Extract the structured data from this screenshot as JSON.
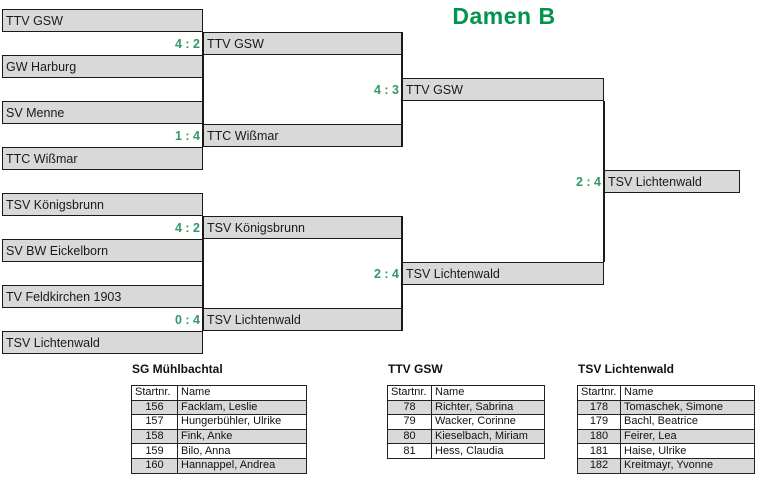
{
  "title": "Damen B",
  "colors": {
    "title_green": "#00944d",
    "score_green": "#339966",
    "box_fill": "#d9d9d9",
    "line_border": "#1a1a1a"
  },
  "bracket": {
    "boxes": [
      {
        "col": 0,
        "row": 0,
        "team": "TTV GSW"
      },
      {
        "col": 0,
        "row": 2,
        "team": "GW Harburg"
      },
      {
        "col": 0,
        "row": 4,
        "team": "SV Menne"
      },
      {
        "col": 0,
        "row": 6,
        "team": "TTC Wißmar"
      },
      {
        "col": 0,
        "row": 8,
        "team": "TSV Königsbrunn"
      },
      {
        "col": 0,
        "row": 10,
        "team": "SV BW Eickelborn"
      },
      {
        "col": 0,
        "row": 12,
        "team": "TV Feldkirchen 1903"
      },
      {
        "col": 0,
        "row": 14,
        "team": "TSV Lichtenwald"
      },
      {
        "col": 1,
        "row": 1,
        "team": "TTV GSW",
        "score": "4 : 2"
      },
      {
        "col": 1,
        "row": 5,
        "team": "TTC Wißmar",
        "score": "1 : 4"
      },
      {
        "col": 1,
        "row": 9,
        "team": "TSV Königsbrunn",
        "score": "4 : 2"
      },
      {
        "col": 1,
        "row": 13,
        "team": "TSV Lichtenwald",
        "score": "0 : 4"
      },
      {
        "col": 2,
        "row": 3,
        "team": "TTV GSW",
        "score": "4 : 3"
      },
      {
        "col": 2,
        "row": 11,
        "team": "TSV Lichtenwald",
        "score": "2 : 4"
      },
      {
        "col": 3,
        "row": 7,
        "team": "TSV Lichtenwald",
        "score": "2 : 4"
      }
    ]
  },
  "rosters": [
    {
      "team": "SG Mühlbachtal",
      "headers": [
        "Startnr.",
        "Name"
      ],
      "players": [
        [
          "156",
          "Facklam, Leslie"
        ],
        [
          "157",
          "Hungerbühler, Ulrike"
        ],
        [
          "158",
          "Fink, Anke"
        ],
        [
          "159",
          "Bilo, Anna"
        ],
        [
          "160",
          "Hannappel, Andrea"
        ]
      ]
    },
    {
      "team": "TTV GSW",
      "headers": [
        "Startnr.",
        "Name"
      ],
      "players": [
        [
          "78",
          "Richter, Sabrina"
        ],
        [
          "79",
          "Wacker, Corinne"
        ],
        [
          "80",
          "Kieselbach, Miriam"
        ],
        [
          "81",
          "Hess, Claudia"
        ]
      ]
    },
    {
      "team": "TSV Lichtenwald",
      "headers": [
        "Startnr.",
        "Name"
      ],
      "players": [
        [
          "178",
          "Tomaschek, Simone"
        ],
        [
          "179",
          "Bachl, Beatrice"
        ],
        [
          "180",
          "Feirer, Lea"
        ],
        [
          "181",
          "Haise, Ulrike"
        ],
        [
          "182",
          "Kreitmayr, Yvonne"
        ]
      ]
    }
  ]
}
